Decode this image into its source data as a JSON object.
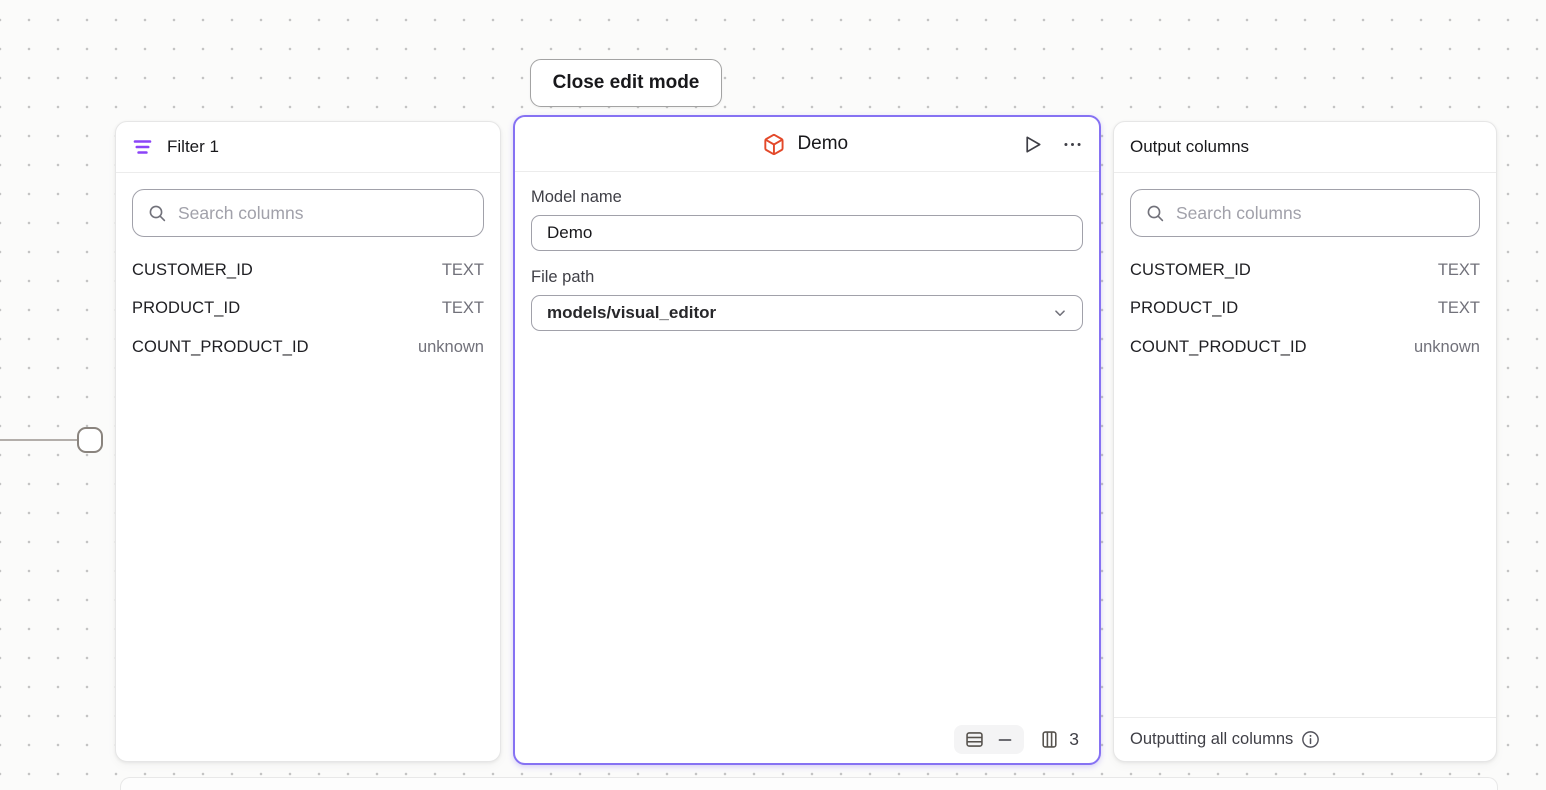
{
  "toolbar": {
    "close_button_label": "Close edit mode"
  },
  "filter_panel": {
    "title": "Filter 1",
    "search_placeholder": "Search columns",
    "columns": [
      {
        "name": "CUSTOMER_ID",
        "type": "TEXT"
      },
      {
        "name": "PRODUCT_ID",
        "type": "TEXT"
      },
      {
        "name": "COUNT_PRODUCT_ID",
        "type": "unknown"
      }
    ]
  },
  "model_panel": {
    "title": "Demo",
    "model_name_label": "Model name",
    "model_name_value": "Demo",
    "file_path_label": "File path",
    "file_path_value": "models/visual_editor",
    "column_count": "3"
  },
  "output_panel": {
    "title": "Output columns",
    "search_placeholder": "Search columns",
    "columns": [
      {
        "name": "CUSTOMER_ID",
        "type": "TEXT"
      },
      {
        "name": "PRODUCT_ID",
        "type": "TEXT"
      },
      {
        "name": "COUNT_PRODUCT_ID",
        "type": "unknown"
      }
    ],
    "footer_text": "Outputting all columns"
  },
  "icons": {
    "filter": "filter-lines-icon",
    "search": "search-icon",
    "node": "cube-icon",
    "run": "play-icon",
    "menu": "ellipsis-icon",
    "rows_preview": "table-rows-icon",
    "collapse": "minus-icon",
    "columns_preview": "table-columns-icon",
    "dropdown": "chevron-down-icon",
    "info": "info-icon"
  },
  "colors": {
    "selection_border_purple": "#8672f3",
    "filter_icon_purple": "#8b44f7",
    "cube_icon_orange": "#e3492a",
    "canvas_dot": "#c4c4c4",
    "type_text_gray": "#71717a"
  }
}
